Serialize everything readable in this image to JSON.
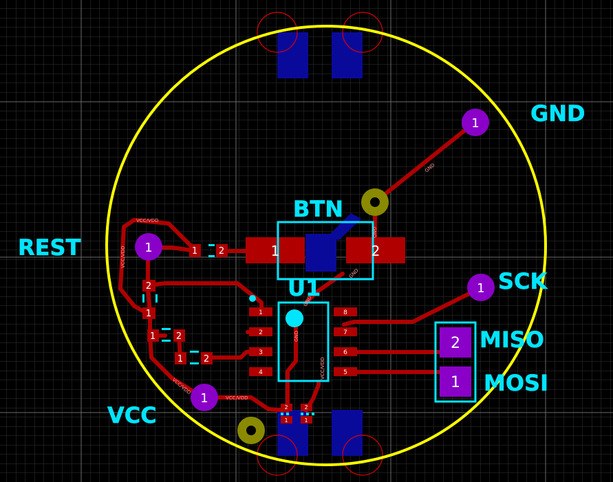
{
  "colors": {
    "background": "#000000",
    "grid": "#3a3a3a",
    "grid_major": "#6a6a6a",
    "copper_top": "#b00000",
    "copper_bottom": "#0a0a9a",
    "silkscreen": "#00e5ff",
    "board_outline": "#ffff00",
    "via": "#8a8a00",
    "pad_th": "#8a00c8",
    "keepout": "#dd0000"
  },
  "connectors": {
    "gnd": "GND",
    "rest": "REST",
    "vcc": "VCC",
    "sck": "SCK",
    "miso": "MISO",
    "mosi": "MOSI"
  },
  "components": {
    "button": "BTN",
    "u1": "U1"
  },
  "pads": {
    "one": "1",
    "two": "2",
    "three": "3",
    "four": "4",
    "five": "5",
    "six": "6",
    "seven": "7",
    "eight": "8"
  },
  "nets": {
    "vcc_vdd": "VCC/VDD",
    "gnd": "GND"
  }
}
